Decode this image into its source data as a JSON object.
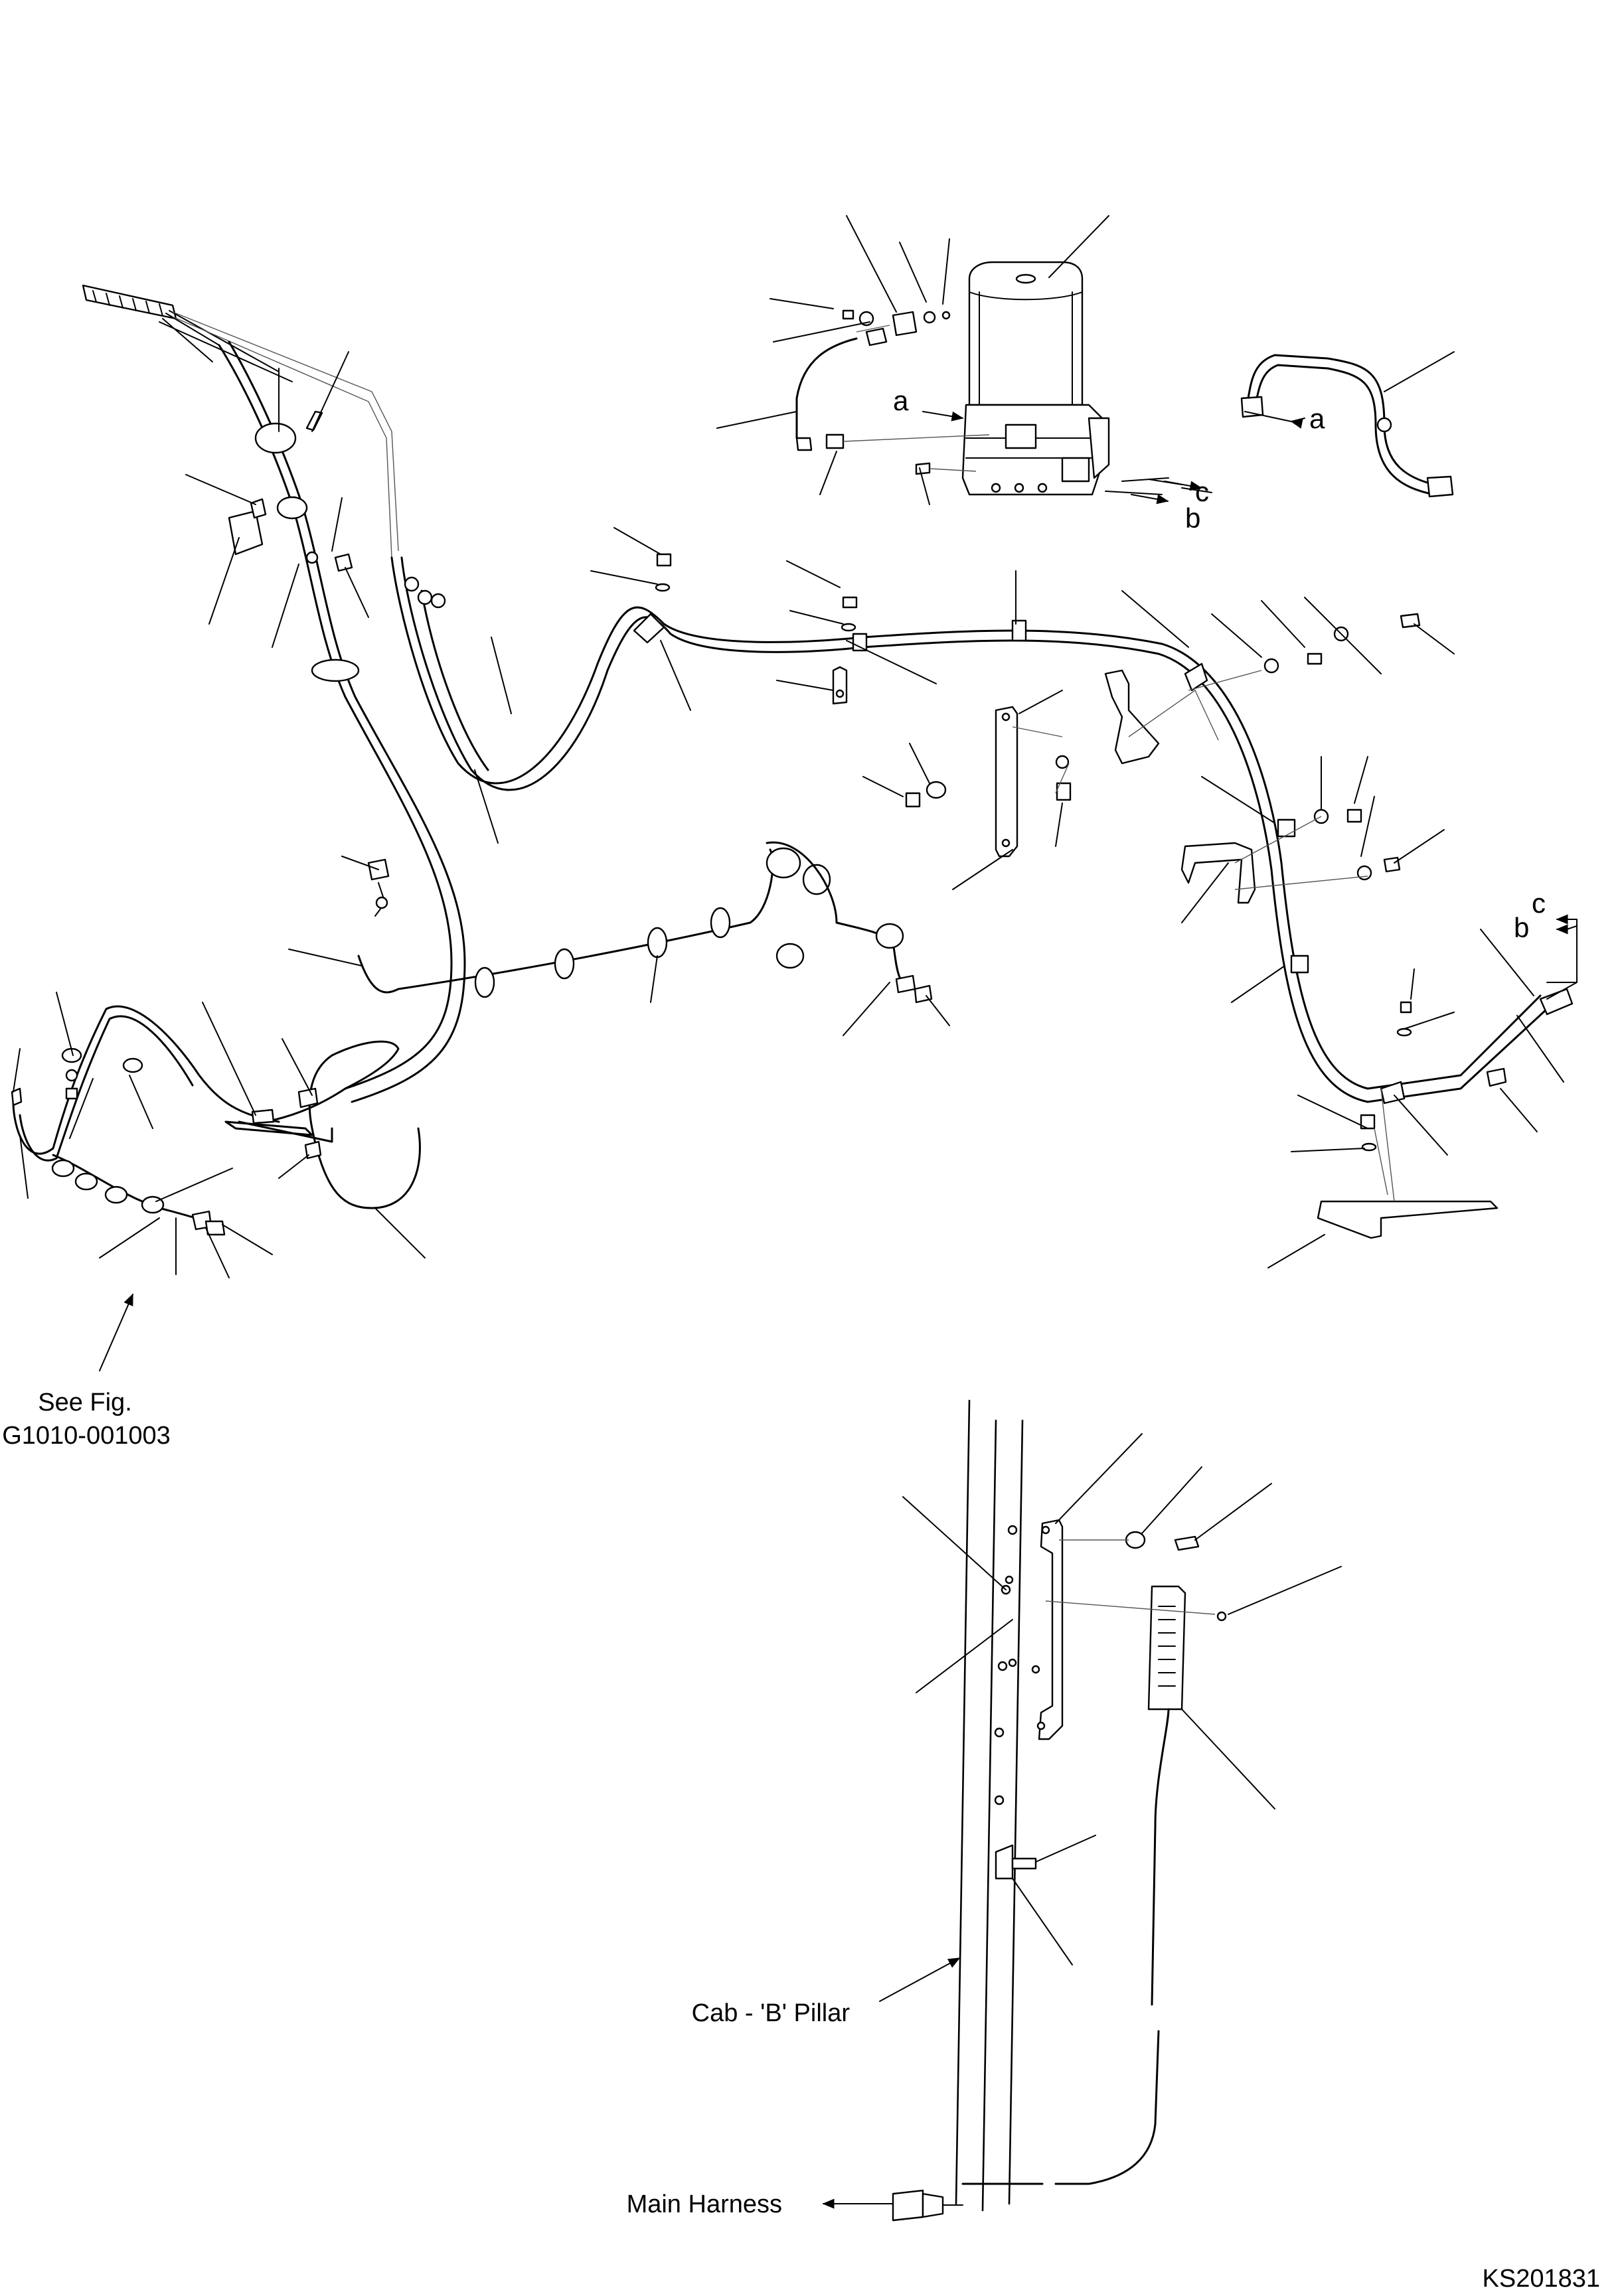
{
  "labels": {
    "see_fig_line1": "See Fig.",
    "see_fig_line2": "G1010-001003",
    "cab_pillar": "Cab - 'B' Pillar",
    "main_harness": "Main Harness",
    "drawing_number": "KS201831"
  },
  "callout_letters": {
    "a_top": "a",
    "a_right": "a",
    "b_top": "b",
    "c_top": "c",
    "b_right": "b",
    "c_right": "c"
  }
}
